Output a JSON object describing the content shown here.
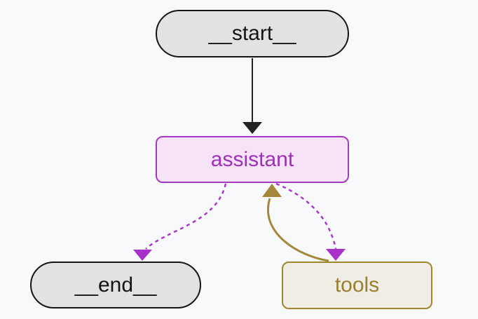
{
  "diagram": {
    "type": "state-graph",
    "background": "#f8f9fb",
    "nodes": {
      "start": {
        "label": "__start__",
        "shape": "stadium",
        "fill": "#e2e2e2",
        "border": "#151515",
        "text_color": "#141414"
      },
      "assistant": {
        "label": "assistant",
        "shape": "rounded-rect",
        "fill": "#f6e3f8",
        "border": "#a53ac1",
        "text_color": "#9e30b7"
      },
      "tools": {
        "label": "tools",
        "shape": "rounded-rect",
        "fill": "#f0ede4",
        "border": "#a1862e",
        "text_color": "#9a7e2d"
      },
      "end": {
        "label": "__end__",
        "shape": "stadium",
        "fill": "#e2e2e2",
        "border": "#151515",
        "text_color": "#141414"
      }
    },
    "edges": [
      {
        "id": "start-to-assistant",
        "from": "__start__",
        "to": "assistant",
        "style": "solid",
        "color": "#222222"
      },
      {
        "id": "assistant-to-end",
        "from": "assistant",
        "to": "__end__",
        "style": "dashed",
        "color": "#a832c9"
      },
      {
        "id": "assistant-to-tools",
        "from": "assistant",
        "to": "tools",
        "style": "dashed",
        "color": "#a832c9"
      },
      {
        "id": "tools-to-assistant",
        "from": "tools",
        "to": "assistant",
        "style": "solid",
        "color": "#a4883a"
      }
    ]
  }
}
